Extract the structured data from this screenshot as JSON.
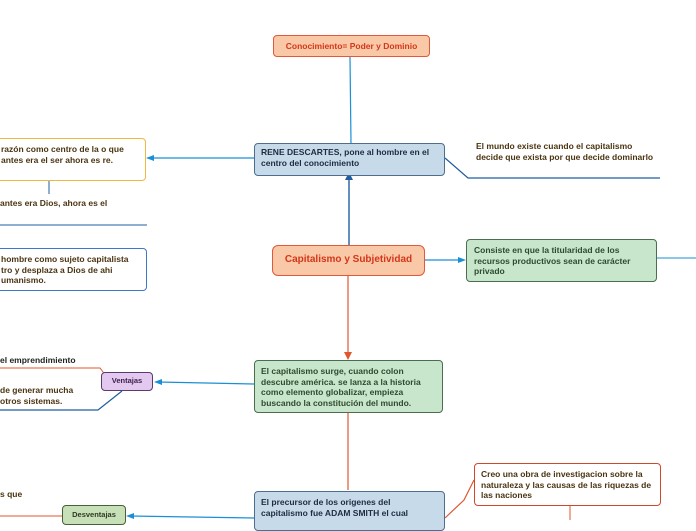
{
  "nodes": {
    "conocimiento": "Conocimiento= Poder y Dominio",
    "descartes": "RENE DESCARTES, pone al hombre en el centro del conocimiento",
    "mundo_existe": "El mundo existe cuando el capitalismo decide que exista por que decide dominarlo",
    "razon": "razón como centro de la o que antes era el ser ahora es re.",
    "antes": "antes era Dios, ahora es el",
    "hombre_sujeto": "hombre como sujeto capitalista tro y desplaza a Dios de ahi umanismo.",
    "central": "Capitalismo y Subjetividad",
    "titularidad": "Consiste en que la titularidad de los recursos productivos sean de carácter privado",
    "emprendimiento": "el emprendimiento",
    "ventajas": "Ventajas",
    "generar": "de generar mucha otros sistemas.",
    "surge": "El capitalismo surge, cuando colon descubre américa. se lanza a la historia como elemento globalizar, empieza buscando la constitución del mundo.",
    "crea_obra": "Creo una obra de investigacion sobre la naturaleza y las causas de las riquezas de las naciones",
    "s_que": "s que",
    "desventajas": "Desventajas",
    "adam_smith": "El precursor de los origenes del capitalismo fue ADAM SMITH el cual"
  },
  "colors": {
    "blue_line": "#1a8fd6",
    "red_line": "#e0562e",
    "dark_blue_line": "#1f5fa0"
  }
}
